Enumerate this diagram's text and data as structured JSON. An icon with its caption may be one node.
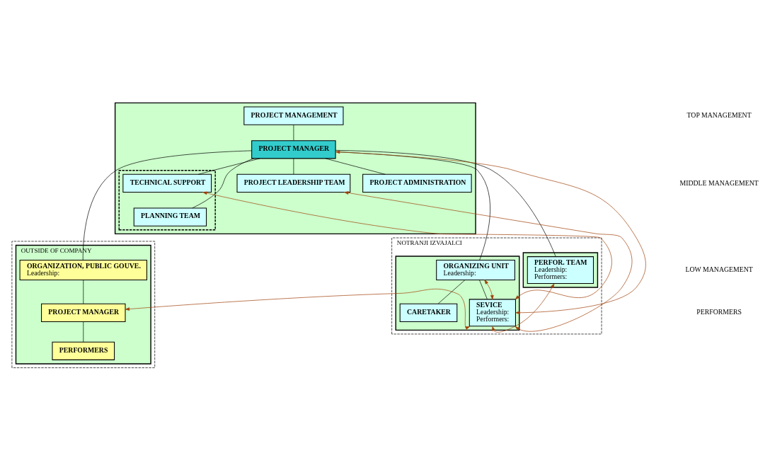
{
  "diagram": {
    "nodes": [
      {
        "text": [],
        "shape": "box"
      },
      {
        "text": [
          "PROJECT MANAGEMENT"
        ],
        "in": 0
      },
      {
        "text": [
          "PROJECT MANAGER"
        ],
        "in": 0
      },
      {
        "text": [],
        "shape": "box",
        "in": 0
      },
      {
        "text": [
          "TECHNICAL SUPPORT"
        ],
        "in": 3
      },
      {
        "text": [
          "PLANNING TEAM"
        ],
        "in": 3
      },
      {
        "text": [
          "PROJECT LEADERSHIP TEAM"
        ],
        "in": 0
      },
      {
        "text": [
          "PROJECT ADMINISTRATION"
        ],
        "in": 0
      },
      {
        "text": [
          "NOTRANJI IZVAJALCI"
        ]
      },
      {
        "text": [],
        "shape": "box",
        "in": 8
      },
      {
        "text": [
          "ORGANIZING UNIT",
          "Leadership:"
        ],
        "in": 9
      },
      {
        "text": [
          "CARETAKER"
        ],
        "in": 9
      },
      {
        "text": [
          "SEVICE",
          "Leadership:",
          "Performers:"
        ],
        "in": 9
      },
      {
        "text": [],
        "shape": "box",
        "in": 8
      },
      {
        "text": [
          "PERFOR. TEAM",
          "Leadership:",
          "Performers:"
        ],
        "in": 13
      },
      {
        "text": [],
        "shape": "box"
      },
      {
        "text": [
          "OUTSIDE OF COMPANY"
        ],
        "in": 15
      },
      {
        "text": [
          "ORGANIZATION, PUBLIC GOUVE.",
          "Leadership:"
        ],
        "in": 16
      },
      {
        "text": [
          "PROJECT MANAGER"
        ],
        "in": 16
      },
      {
        "text": [
          "PERFORMERS"
        ],
        "in": 16
      }
    ],
    "edges": [
      {
        "from": 1,
        "to": 2,
        "arrow": "none"
      },
      {
        "from": 2,
        "to": 4,
        "arrow": "none"
      },
      {
        "from": 2,
        "to": 6,
        "arrow": "none"
      },
      {
        "from": 2,
        "to": 5,
        "arrow": "none"
      },
      {
        "from": 2,
        "to": 7,
        "arrow": "none"
      },
      {
        "from": 2,
        "to": 10,
        "arrow": "none"
      },
      {
        "from": 2,
        "to": 14,
        "arrow": "none"
      },
      {
        "from": 2,
        "to": 17,
        "arrow": "none"
      },
      {
        "from": 10,
        "to": 11,
        "arrow": "none"
      },
      {
        "from": 10,
        "to": 12,
        "arrow": "none"
      },
      {
        "from": 17,
        "to": 18,
        "arrow": "none"
      },
      {
        "from": 18,
        "to": 19,
        "arrow": "none"
      },
      {
        "from": 12,
        "to": 10,
        "arrow": "both",
        "color": "#a0400a"
      },
      {
        "from": 12,
        "to": 4,
        "arrow": "both",
        "color": "#a0400a"
      },
      {
        "from": 12,
        "to": 2,
        "arrow": "both",
        "color": "#a0400a"
      },
      {
        "from": 12,
        "to": 6,
        "arrow": "both",
        "color": "#a0400a"
      },
      {
        "from": 12,
        "to": 14,
        "arrow": "both",
        "color": "#a0400a"
      },
      {
        "from": 12,
        "to": 18,
        "arrow": "both",
        "color": "#a0400a"
      }
    ],
    "labels": [
      "TOP MANAGEMENT",
      "MIDDLE MANAGEMENT",
      "LOW MANAGEMENT",
      "PERFORMERS"
    ]
  }
}
